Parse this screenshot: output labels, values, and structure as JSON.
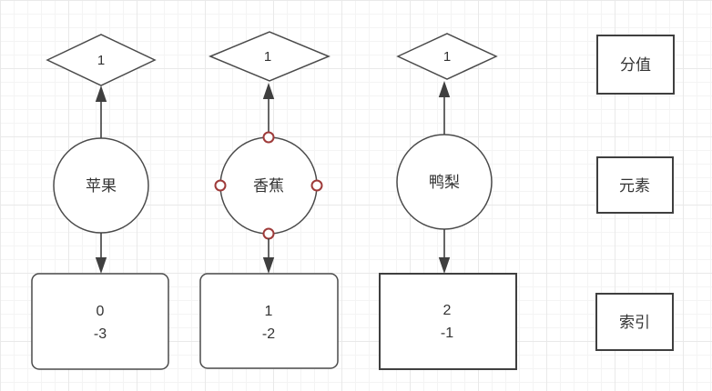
{
  "colors": {
    "shape_stroke": "#4a4a4a",
    "bold_stroke": "#3f3f3f",
    "connection_point": "#9e3a39",
    "shape_fill": "#ffffff",
    "grid_minor": "#f4f4f4",
    "grid_major": "#e9e9e9",
    "text": "#333333"
  },
  "diagram": {
    "nodes": [
      {
        "score": "1",
        "element": "苹果",
        "index": "0",
        "reverse_index": "-3"
      },
      {
        "score": "1",
        "element": "香蕉",
        "index": "1",
        "reverse_index": "-2"
      },
      {
        "score": "1",
        "element": "鸭梨",
        "index": "2",
        "reverse_index": "-1"
      }
    ],
    "legend": [
      {
        "label": "分值"
      },
      {
        "label": "元素"
      },
      {
        "label": "索引"
      }
    ]
  }
}
